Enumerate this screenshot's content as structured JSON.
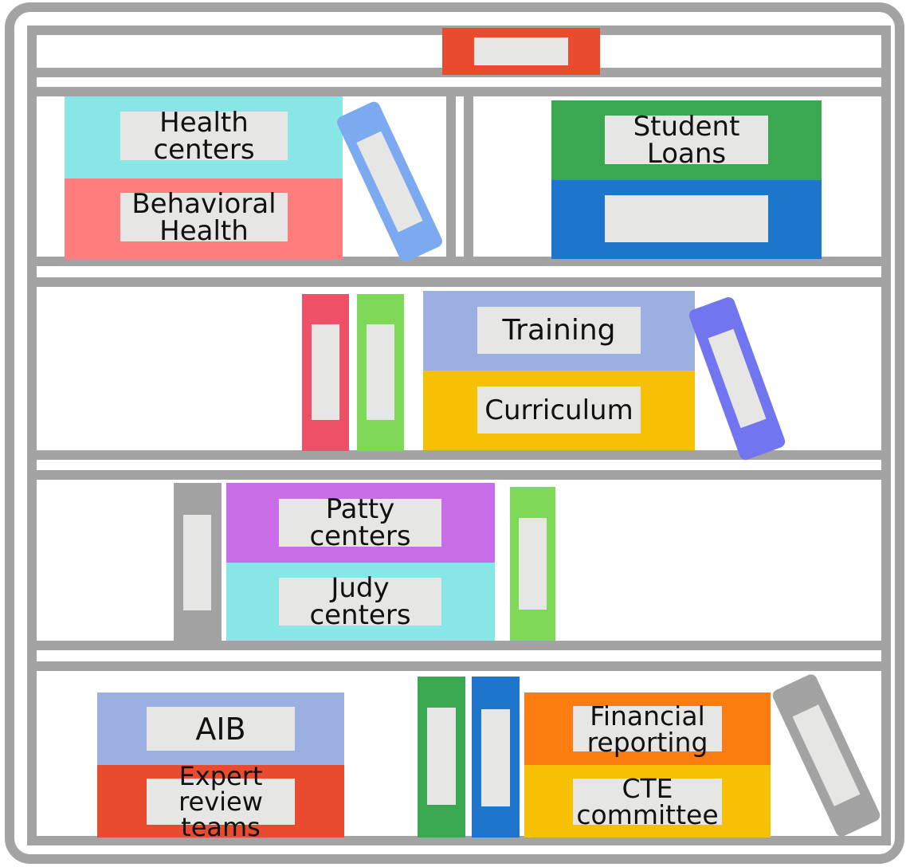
{
  "colors": {
    "frame": "#a3a3a3",
    "label_bg": "#e6e6e4",
    "background": "#ffffff"
  },
  "binders": {
    "top_red": {
      "label": "",
      "color": "#e84b2e"
    },
    "health_centers": {
      "label": "Health\ncenters",
      "color": "#88e6e6"
    },
    "behavioral_health": {
      "label": "Behavioral\nHealth",
      "color": "#fd7e7c"
    },
    "leaning_blue_top": {
      "label": "",
      "color": "#7baaf0"
    },
    "student_loans": {
      "label": "Student\nLoans",
      "color": "#3aa851"
    },
    "blue_blank": {
      "label": "",
      "color": "#1e75cc"
    },
    "pink_spine": {
      "label": "",
      "color": "#ee5068"
    },
    "green_spine_mid": {
      "label": "",
      "color": "#7ed956"
    },
    "training": {
      "label": "Training",
      "color": "#9bb0e0"
    },
    "curriculum": {
      "label": "Curriculum",
      "color": "#f6c104"
    },
    "leaning_purple": {
      "label": "",
      "color": "#7175f0"
    },
    "gray_spine": {
      "label": "",
      "color": "#a3a3a3"
    },
    "patty_centers": {
      "label": "Patty\ncenters",
      "color": "#c96de7"
    },
    "judy_centers": {
      "label": "Judy\ncenters",
      "color": "#88e6e6"
    },
    "green_spine_row3": {
      "label": "",
      "color": "#7ed956"
    },
    "aib": {
      "label": "AIB",
      "color": "#9bb0e0"
    },
    "expert_review": {
      "label": "Expert\nreview teams",
      "color": "#e84b2e"
    },
    "green_spine_bottom": {
      "label": "",
      "color": "#3aa851"
    },
    "blue_spine_bottom": {
      "label": "",
      "color": "#1e75cc"
    },
    "financial_reporting": {
      "label": "Financial\nreporting",
      "color": "#fb7c10"
    },
    "cte_committee": {
      "label": "CTE\ncommittee",
      "color": "#f6c104"
    },
    "leaning_gray": {
      "label": "",
      "color": "#a3a3a3"
    }
  }
}
